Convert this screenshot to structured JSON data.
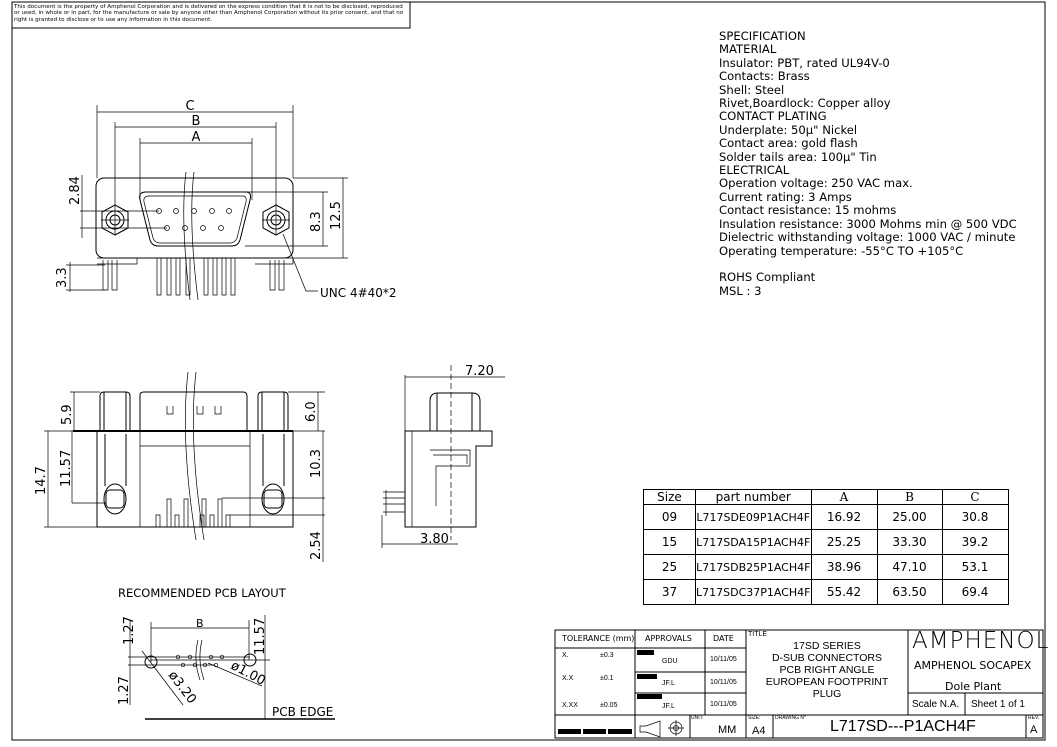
{
  "notice": "This document is the property of Amphenol Corporation and is delivered on the express condition that it is not to be disclosed, reproduced or used, in whole or in part, for the manufacture or sale by anyone other than Amphenol Corporation without its prior consent, and that no right is granted to disclose or to use any information in this document.",
  "specification": [
    "SPECIFICATION",
    "MATERIAL",
    "Insulator: PBT, rated UL94V-0",
    "Contacts: Brass",
    "Shell: Steel",
    "Rivet,Boardlock: Copper alloy",
    "CONTACT PLATING",
    "Underplate: 50µ\" Nickel",
    "Contact area: gold flash",
    "Solder tails area: 100µ\" Tin",
    "ELECTRICAL",
    "Operation voltage: 250 VAC max.",
    "Current rating: 3 Amps",
    "Contact resistance: 15 mohms",
    "Insulation resistance: 3000 Mohms min @ 500 VDC",
    "Dielectric withstanding voltage: 1000 VAC / minute",
    "Operating temperature: -55°C TO +105°C",
    "",
    "ROHS Compliant",
    "MSL : 3"
  ],
  "front_view": {
    "dim_c": "C",
    "dim_b": "B",
    "dim_a": "A",
    "dim_284": "2.84",
    "dim_83": "8.3",
    "dim_125": "12.5",
    "dim_33": "3.3",
    "thread": "UNC  4#40*2"
  },
  "side_view": {
    "dim_59": "5.9",
    "dim_147": "14.7",
    "dim_1157": "11.57",
    "dim_60": "6.0",
    "dim_103": "10.3",
    "dim_254": "2.54"
  },
  "end_view": {
    "dim_720": "7.20",
    "dim_380": "3.80"
  },
  "pcb_layout": {
    "title": "RECOMMENDED PCB LAYOUT",
    "dim_b": "B",
    "dim_127a": "1.27",
    "dim_127b": "1.27",
    "dim_1157": "11.57",
    "dim_320": "ø3.20",
    "dim_100": "ø1.00",
    "edge": "PCB EDGE"
  },
  "parts_table": {
    "headers": [
      "Size",
      "part number",
      "A",
      "B",
      "C"
    ],
    "rows": [
      [
        "09",
        "L717SDE09P1ACH4F",
        "16.92",
        "25.00",
        "30.8"
      ],
      [
        "15",
        "L717SDA15P1ACH4F",
        "25.25",
        "33.30",
        "39.2"
      ],
      [
        "25",
        "L717SDB25P1ACH4F",
        "38.96",
        "47.10",
        "53.1"
      ],
      [
        "37",
        "L717SDC37P1ACH4F",
        "55.42",
        "63.50",
        "69.4"
      ]
    ]
  },
  "title_block": {
    "tolerance_header": "TOLERANCE (mm)",
    "approvals_header": "APPROVALS",
    "date_header": "DATE",
    "title_label": "TITLE",
    "tolerances": [
      [
        "X.",
        "±0.3"
      ],
      [
        "X.X",
        "±0.1"
      ],
      [
        "X.XX",
        "±0.05"
      ]
    ],
    "approvals": [
      {
        "name": "GDU",
        "date": "10/11/05"
      },
      {
        "name": "JF.L",
        "date": "10/11/05"
      },
      {
        "name": "JF.L",
        "date": "10/11/05"
      }
    ],
    "title_lines": [
      "17SD SERIES",
      "D-SUB CONNECTORS",
      "PCB RIGHT ANGLE",
      "EUROPEAN FOOTPRINT",
      "PLUG"
    ],
    "company_logo": "AMPHENOL",
    "company": "AMPHENOL  SOCAPEX",
    "plant": "Dole  Plant",
    "scale": "Scale N.A.",
    "sheet": "Sheet 1 of 1",
    "unit_label": "UNIT:",
    "unit": "MM",
    "size_label": "SIZE:",
    "size": "A4",
    "drawing_label": "DRAWING N°",
    "drawing_number": "L717SD---P1ACH4F",
    "rev_label": "REV.",
    "rev": "A"
  }
}
